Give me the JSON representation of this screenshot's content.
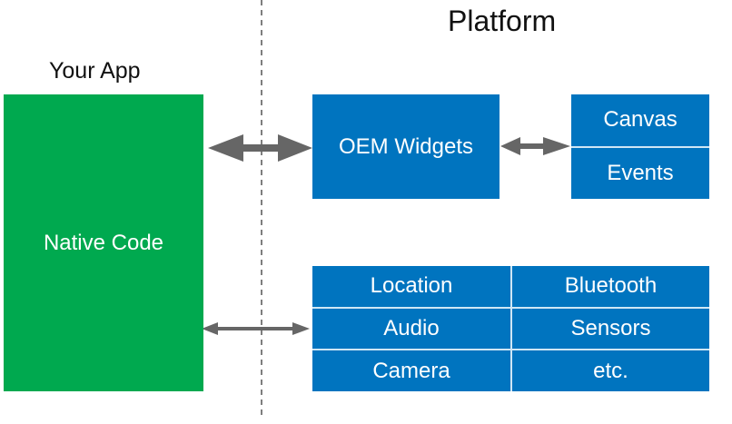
{
  "diagram": {
    "left_title": "Your App",
    "right_title": "Platform",
    "native_code_label": "Native Code",
    "oem_widgets_label": "OEM Widgets",
    "canvas_events": [
      "Canvas",
      "Events"
    ],
    "services": [
      [
        "Location",
        "Bluetooth"
      ],
      [
        "Audio",
        "Sensors"
      ],
      [
        "Camera",
        "etc."
      ]
    ],
    "colors": {
      "app_green": "#00a94f",
      "platform_blue": "#0074bf",
      "arrow_gray": "#666666",
      "divider_gray": "#555555"
    },
    "connections": [
      {
        "from": "Native Code",
        "to": "OEM Widgets",
        "direction": "bidirectional"
      },
      {
        "from": "OEM Widgets",
        "to": "Canvas/Events",
        "direction": "bidirectional"
      },
      {
        "from": "Native Code",
        "to": "Platform services",
        "direction": "bidirectional"
      }
    ]
  }
}
